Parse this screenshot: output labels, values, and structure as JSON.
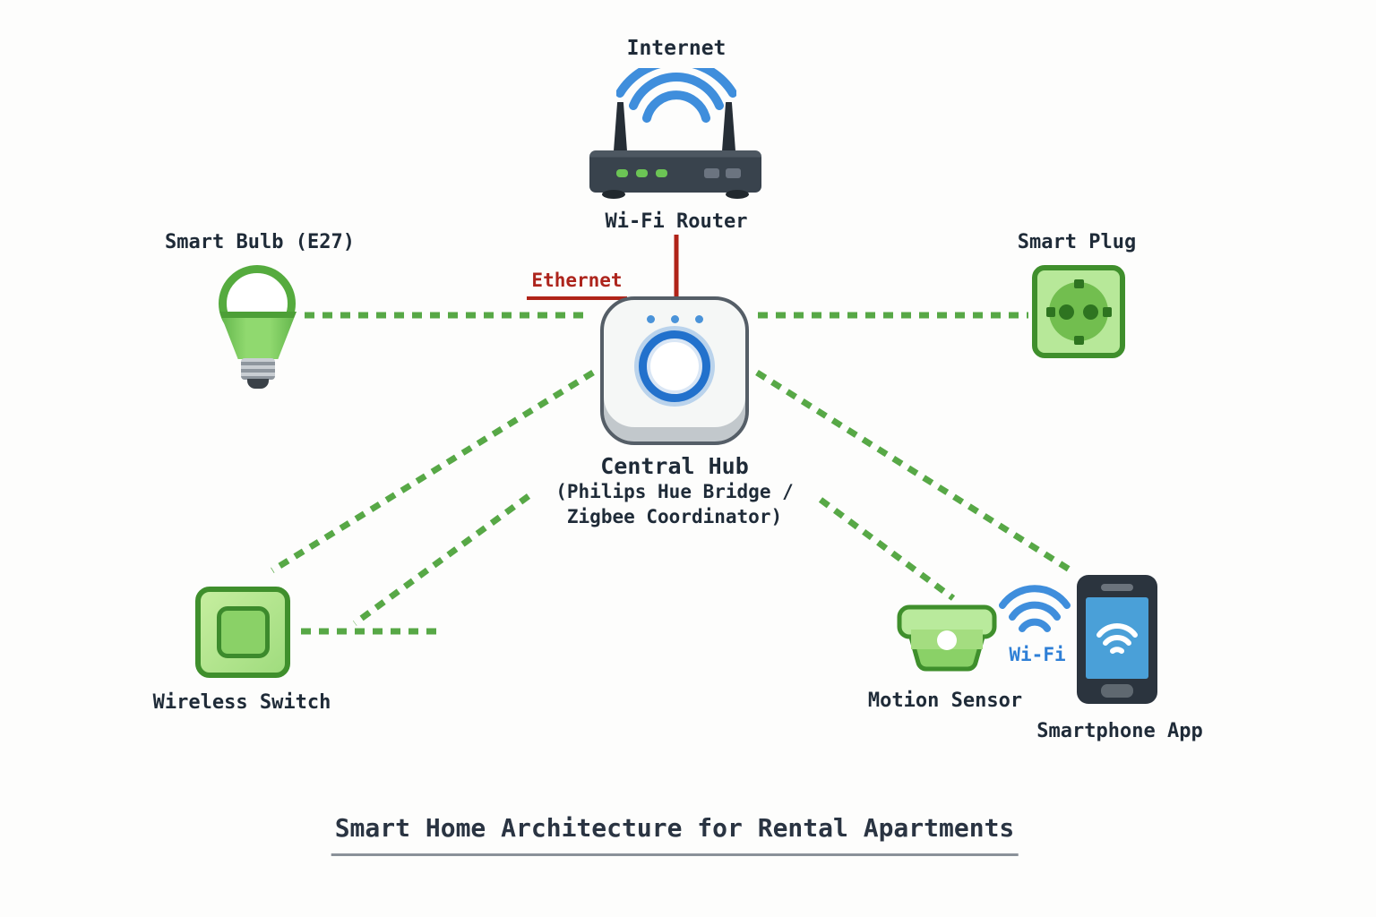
{
  "title": {
    "text": "Smart Home Architecture for Rental Apartments"
  },
  "nodes": {
    "internet": {
      "label": "Internet"
    },
    "router": {
      "label": "Wi-Fi Router"
    },
    "bulb": {
      "label": "Smart Bulb (E27)"
    },
    "plug": {
      "label": "Smart Plug"
    },
    "hub": {
      "label": "Central Hub",
      "sublabel_line1": "(Philips Hue Bridge /",
      "sublabel_line2": "Zigbee Coordinator)"
    },
    "switch": {
      "label": "Wireless Switch"
    },
    "sensor": {
      "label": "Motion Sensor"
    },
    "phone": {
      "label": "Smartphone App"
    }
  },
  "link_labels": {
    "ethernet": "Ethernet",
    "wifi": "Wi-Fi"
  },
  "connections": [
    {
      "from": "internet",
      "to": "router",
      "type": "wifi"
    },
    {
      "from": "router",
      "to": "hub",
      "type": "ethernet"
    },
    {
      "from": "bulb",
      "to": "hub",
      "type": "zigbee-dotted"
    },
    {
      "from": "hub",
      "to": "plug",
      "type": "zigbee-dotted"
    },
    {
      "from": "hub",
      "to": "switch",
      "type": "zigbee-dotted"
    },
    {
      "from": "hub",
      "to": "sensor",
      "type": "zigbee-dotted"
    },
    {
      "from": "hub",
      "to": "phone",
      "type": "zigbee-dotted"
    },
    {
      "from": "sensor",
      "to": "phone",
      "type": "wifi"
    }
  ],
  "colors": {
    "zigbee_line": "#57a846",
    "ethernet_line": "#b02318",
    "wifi_blue": "#3f8edc",
    "label_text": "#1f2b38"
  }
}
